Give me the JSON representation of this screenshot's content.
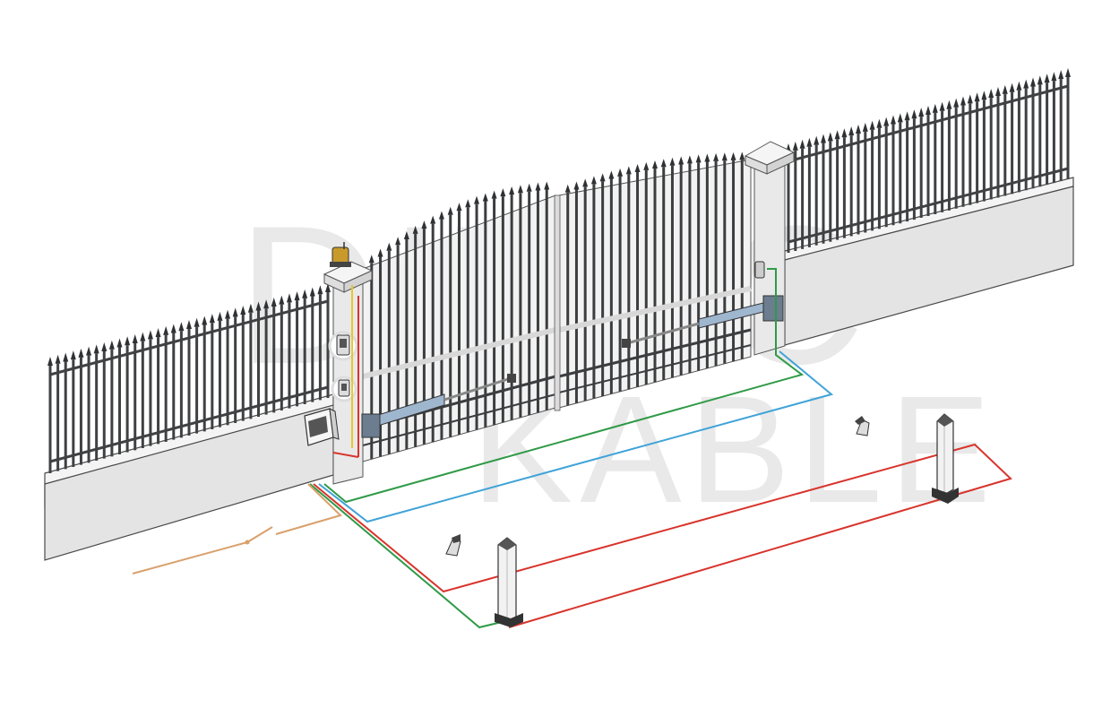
{
  "watermark": {
    "top": "DITEC",
    "bottom": "KABLE"
  },
  "colors": {
    "background": "#ffffff",
    "wall_fill": "#e6e6e6",
    "wall_top": "#f7f7f7",
    "wall_edge": "#4a4a4a",
    "fence_bar": "#3f4143",
    "fence_spike": "#2f3133",
    "gate_frame": "#e8e8e8",
    "gate_bar": "#3b3d3f",
    "pillar": "#ececec",
    "actuator": "#9fb6cf",
    "cable_red": "#d8342c",
    "cable_green": "#2f9a47",
    "cable_blue": "#3fa3d8",
    "cable_yellow": "#e9c62a",
    "cable_orange": "#d9a06b",
    "lamp": "#c89a2b"
  },
  "components": [
    {
      "name": "flashing-lamp"
    },
    {
      "name": "control-unit-box"
    },
    {
      "name": "key-selector"
    },
    {
      "name": "keypad"
    },
    {
      "name": "actuator-left"
    },
    {
      "name": "actuator-right"
    },
    {
      "name": "photocell-post-front"
    },
    {
      "name": "photocell-post-right"
    },
    {
      "name": "photocell-wall-left"
    },
    {
      "name": "photocell-wall-right"
    },
    {
      "name": "gate-stopper-left"
    },
    {
      "name": "gate-stopper-right"
    },
    {
      "name": "mains-switch"
    }
  ]
}
